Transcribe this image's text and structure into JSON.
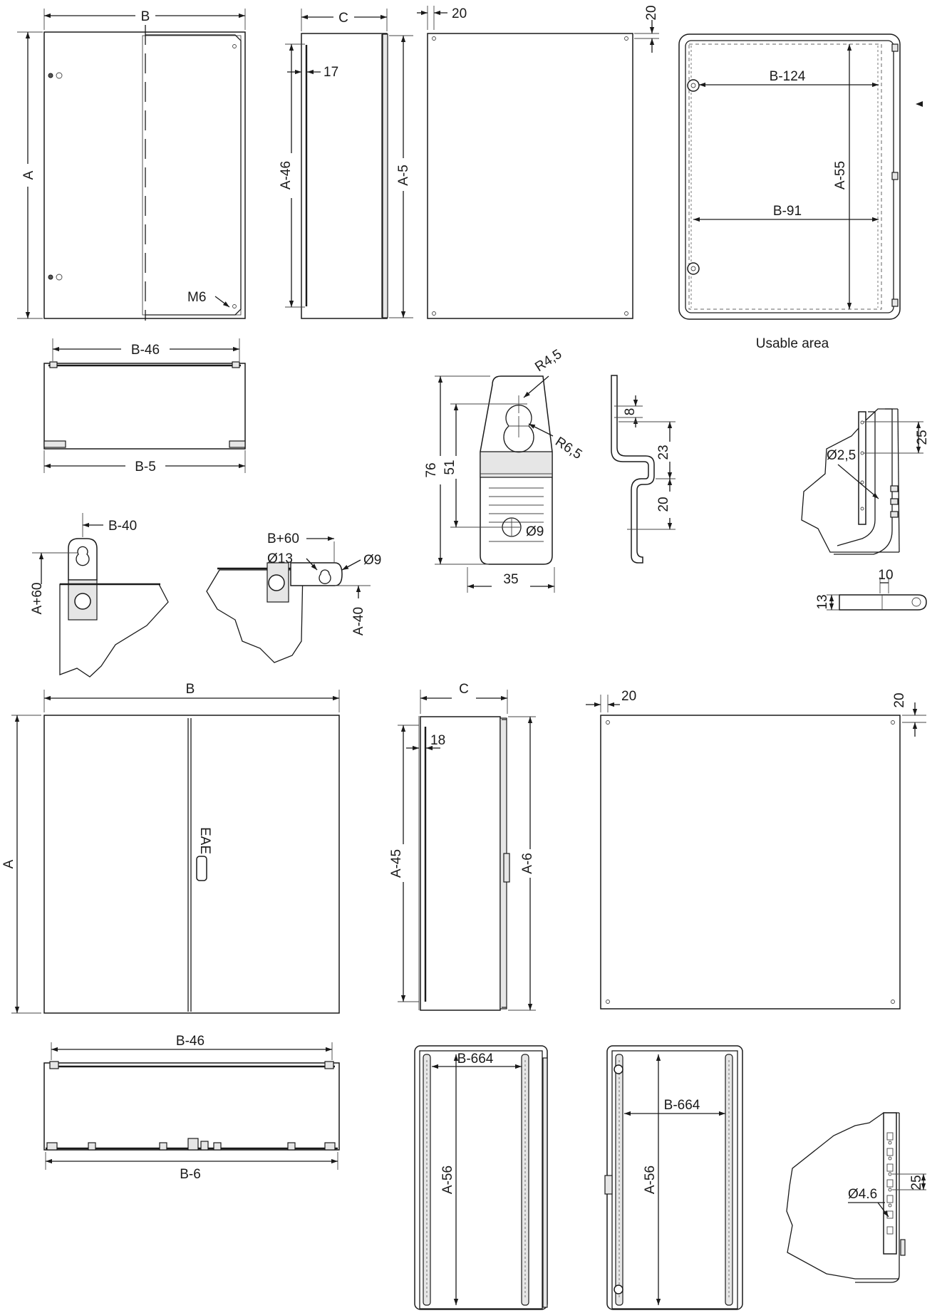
{
  "dims": {
    "B": "B",
    "A": "A",
    "C": "C",
    "d17": "17",
    "A46": "A-46",
    "A5": "A-5",
    "d20": "20",
    "M6": "M6",
    "B124": "B-124",
    "B91": "B-91",
    "A55": "A-55",
    "usable_area": "Usable area",
    "B46": "B-46",
    "B5": "B-5",
    "R45": "R4,5",
    "R65": "R6,5",
    "d76": "76",
    "d51": "51",
    "d9": "Ø9",
    "d35": "35",
    "d8": "8",
    "d23": "23",
    "d25": "25",
    "d25b": "Ø2,5",
    "d10": "10",
    "d13": "13",
    "B40": "B-40",
    "A60": "A+60",
    "B60": "B+60",
    "d13b": "Ø13",
    "A40": "A-40",
    "d18": "18",
    "A45": "A-45",
    "A6": "A-6",
    "B6": "B-6",
    "B664": "B-664",
    "A56": "A-56",
    "d46": "Ø4.6"
  },
  "door_logo": "EAE"
}
